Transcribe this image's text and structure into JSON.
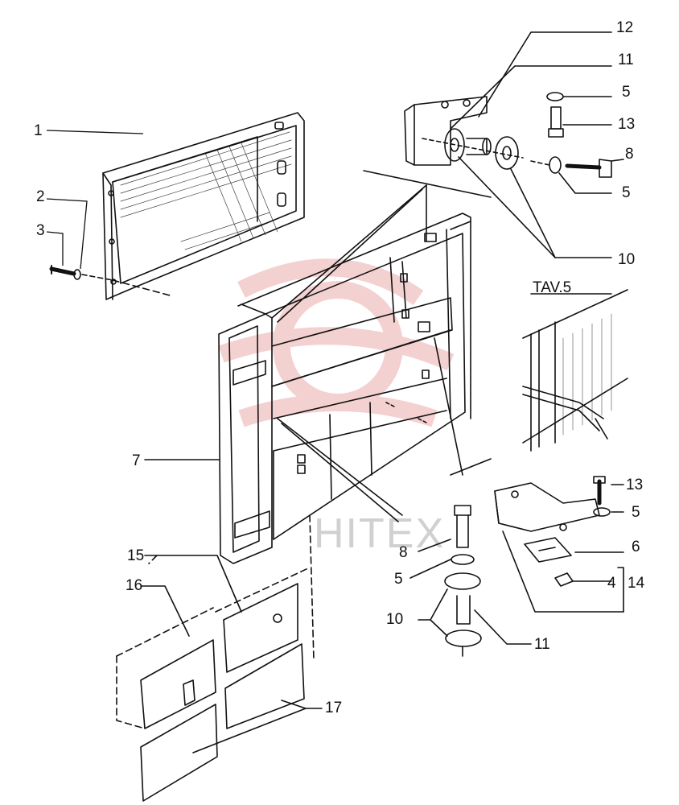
{
  "diagram": {
    "labels": {
      "l1": "1",
      "l2": "2",
      "l3": "3",
      "l4": "4",
      "l5a": "5",
      "l5b": "5",
      "l5c": "5",
      "l5d": "5",
      "l6": "6",
      "l7": "7",
      "l8a": "8",
      "l8b": "8",
      "l10a": "10",
      "l10b": "10",
      "l11a": "11",
      "l11b": "11",
      "l12": "12",
      "l13a": "13",
      "l13b": "13",
      "l14": "14",
      "l15": "15",
      "l16": "16",
      "l17": "17",
      "tav": "TAV.5"
    },
    "watermark_text": "HITEX",
    "colors": {
      "ink": "#111111",
      "watermark": "#f2c6c6",
      "paper": "#ffffff"
    }
  }
}
